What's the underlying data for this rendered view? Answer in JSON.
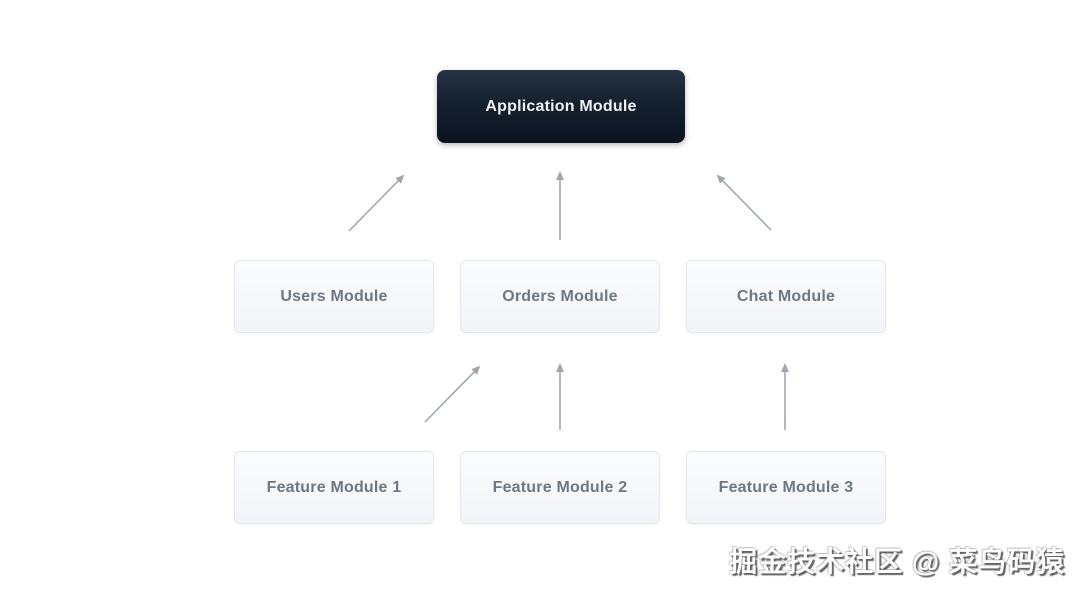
{
  "diagram": {
    "root": {
      "label": "Application Module"
    },
    "middle_row": [
      {
        "label": "Users Module"
      },
      {
        "label": "Orders Module"
      },
      {
        "label": "Chat Module"
      }
    ],
    "bottom_row": [
      {
        "label": "Feature Module 1"
      },
      {
        "label": "Feature Module 2"
      },
      {
        "label": "Feature Module 3"
      }
    ],
    "edges": [
      {
        "from": "Users Module",
        "to": "Application Module"
      },
      {
        "from": "Orders Module",
        "to": "Application Module"
      },
      {
        "from": "Chat Module",
        "to": "Application Module"
      },
      {
        "from": "Feature Module 1",
        "to": "Orders Module"
      },
      {
        "from": "Feature Module 2",
        "to": "Orders Module"
      },
      {
        "from": "Feature Module 3",
        "to": "Chat Module"
      }
    ],
    "colors": {
      "root_box_top": "#253443",
      "root_box_bottom": "#0b1320",
      "root_text": "#eef2f6",
      "light_box_bg": "#f7f9fb",
      "light_box_border": "#e4e8ed",
      "light_box_text": "#6d7884",
      "arrow": "#9fa6ad",
      "background": "#ffffff"
    }
  },
  "watermark": {
    "text": "掘金技术社区 @ 菜鸟码猿"
  }
}
